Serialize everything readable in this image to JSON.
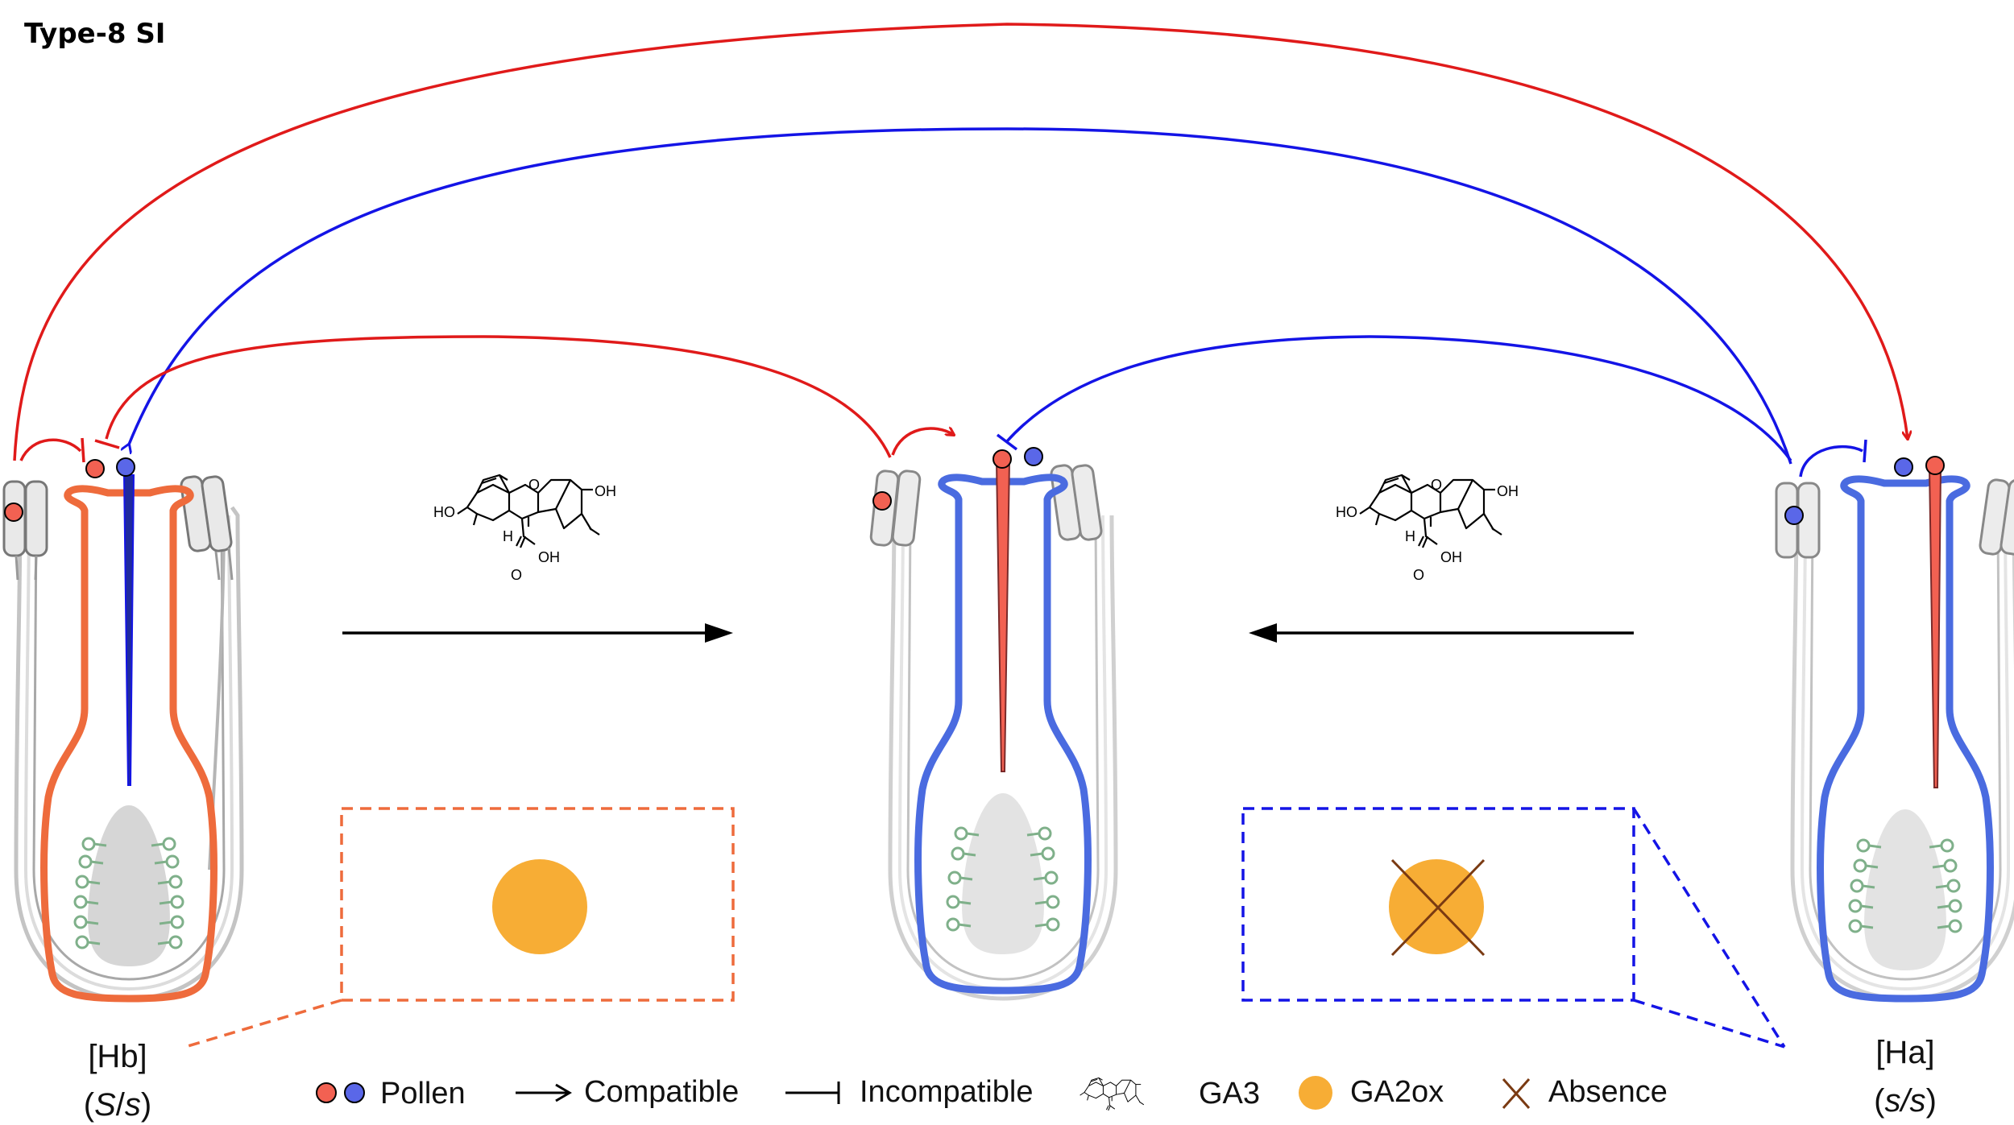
{
  "title": "Type-8 SI",
  "colors": {
    "red": "#e01a1a",
    "blue": "#1414e6",
    "orange_outline": "#ee6b3c",
    "blue_outline": "#4a6be0",
    "pollen_red": "#f26152",
    "pollen_blue": "#5a67e8",
    "ga2ox": "#f7ad35",
    "absence_cross": "#7a3a12"
  },
  "plants": {
    "left": {
      "label": "[Hb]",
      "genotype_italic": "S",
      "genotype_sep": "/",
      "genotype_end": "s"
    },
    "right": {
      "label": "[Ha]",
      "genotype_italic": "s/s"
    }
  },
  "chemical": {
    "groups": [
      "HO",
      "O",
      "OH",
      "H",
      "OH",
      "O"
    ]
  },
  "legend": {
    "pollen": "Pollen",
    "compatible": "Compatible",
    "incompatible": "Incompatible",
    "ga3": "GA3",
    "ga2ox": "GA2ox",
    "absence": "Absence"
  },
  "icons": [
    "pollen-pair-icon",
    "compatible-arrow-icon",
    "incompatible-bar-icon",
    "ga3-structure-icon",
    "ga2ox-circle-icon",
    "absence-cross-icon"
  ]
}
